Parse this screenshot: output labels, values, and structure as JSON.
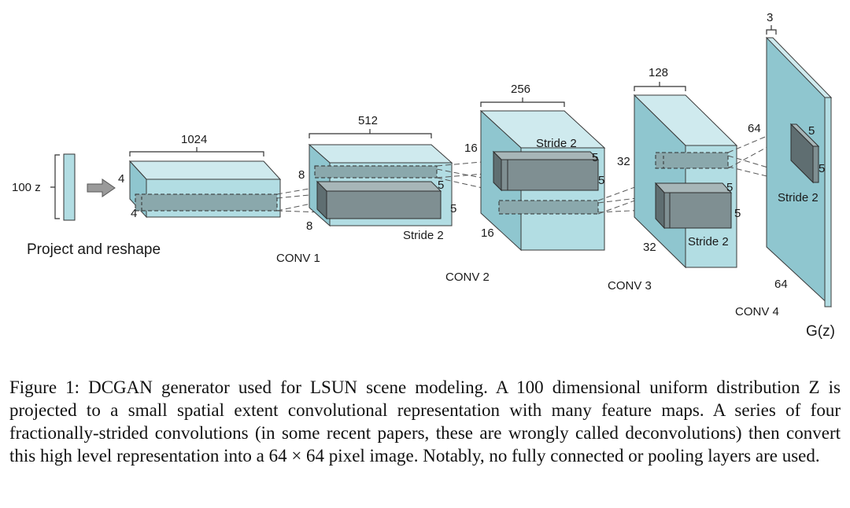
{
  "diagram": {
    "input_label": "100 z",
    "project_label": "Project and reshape",
    "layers": [
      {
        "id": "proj",
        "top": "1024",
        "left": "4",
        "bottom": "4"
      },
      {
        "id": "conv1",
        "name": "CONV 1",
        "top": "512",
        "left": "8",
        "bottom": "8",
        "k1": "5",
        "k2": "5",
        "stride": "Stride 2"
      },
      {
        "id": "conv2",
        "name": "CONV 2",
        "top": "256",
        "left": "16",
        "bottom": "16",
        "k1": "5",
        "k2": "5",
        "stride": "Stride 2"
      },
      {
        "id": "conv3",
        "name": "CONV 3",
        "top": "128",
        "left": "32",
        "bottom": "32",
        "k1": "5",
        "k2": "5",
        "stride": "Stride 2"
      },
      {
        "id": "conv4",
        "name": "CONV 4",
        "top": "3",
        "left": "64",
        "bottom": "64",
        "k1": "5",
        "k2": "5",
        "stride": "Stride 2"
      }
    ],
    "output_label": "G(z)"
  },
  "caption": {
    "figure_number": "Figure 1:",
    "text": "DCGAN generator used for LSUN scene modeling. A 100 dimensional uniform distribution Z is projected to a small spatial extent convolutional representation with many feature maps. A series of four fractionally-strided convolutions (in some recent papers, these are wrongly called deconvolutions) then convert this high level representation into a 64 × 64 pixel image. Notably, no fully connected or pooling layers are used."
  },
  "colors": {
    "block_face": "#b2dde3",
    "kernel": "#7f8f92"
  }
}
